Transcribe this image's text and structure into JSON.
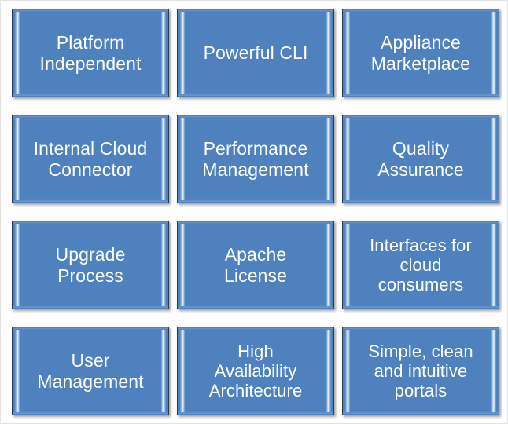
{
  "page": {
    "title": "Feature Tile Grid",
    "background_color": "#ffffff",
    "border_color": "#e2e2e2"
  },
  "theme": {
    "tile_fill": "#4e81bd",
    "tile_outline": "#2d3a47",
    "tile_highlight": "#eaf2fa",
    "text_color": "#ffffff"
  },
  "grid": {
    "columns": 3,
    "rows": 4,
    "tile_count": 12
  },
  "tiles": [
    {
      "id": "platform-independent",
      "label": "Platform\nIndependent",
      "lines": 2,
      "row": 1,
      "col": 1
    },
    {
      "id": "powerful-cli",
      "label": "Powerful CLI",
      "lines": 1,
      "row": 1,
      "col": 2
    },
    {
      "id": "appliance-marketplace",
      "label": "Appliance\nMarketplace",
      "lines": 2,
      "row": 1,
      "col": 3
    },
    {
      "id": "internal-cloud-connector",
      "label": "Internal Cloud\nConnector",
      "lines": 2,
      "row": 2,
      "col": 1
    },
    {
      "id": "performance-management",
      "label": "Performance\nManagement",
      "lines": 2,
      "row": 2,
      "col": 2
    },
    {
      "id": "quality-assurance",
      "label": "Quality\nAssurance",
      "lines": 2,
      "row": 2,
      "col": 3
    },
    {
      "id": "upgrade-process",
      "label": "Upgrade\nProcess",
      "lines": 2,
      "row": 3,
      "col": 1
    },
    {
      "id": "apache-license",
      "label": "Apache\nLicense",
      "lines": 2,
      "row": 3,
      "col": 2
    },
    {
      "id": "interfaces-for-cloud-consumers",
      "label": "Interfaces for\ncloud\nconsumers",
      "lines": 3,
      "row": 3,
      "col": 3
    },
    {
      "id": "user-management",
      "label": "User\nManagement",
      "lines": 2,
      "row": 4,
      "col": 1
    },
    {
      "id": "high-availability-architecture",
      "label": "High\nAvailability\nArchitecture",
      "lines": 3,
      "row": 4,
      "col": 2
    },
    {
      "id": "simple-clean-portals",
      "label": "Simple, clean\nand intuitive\nportals",
      "lines": 3,
      "row": 4,
      "col": 3
    }
  ]
}
